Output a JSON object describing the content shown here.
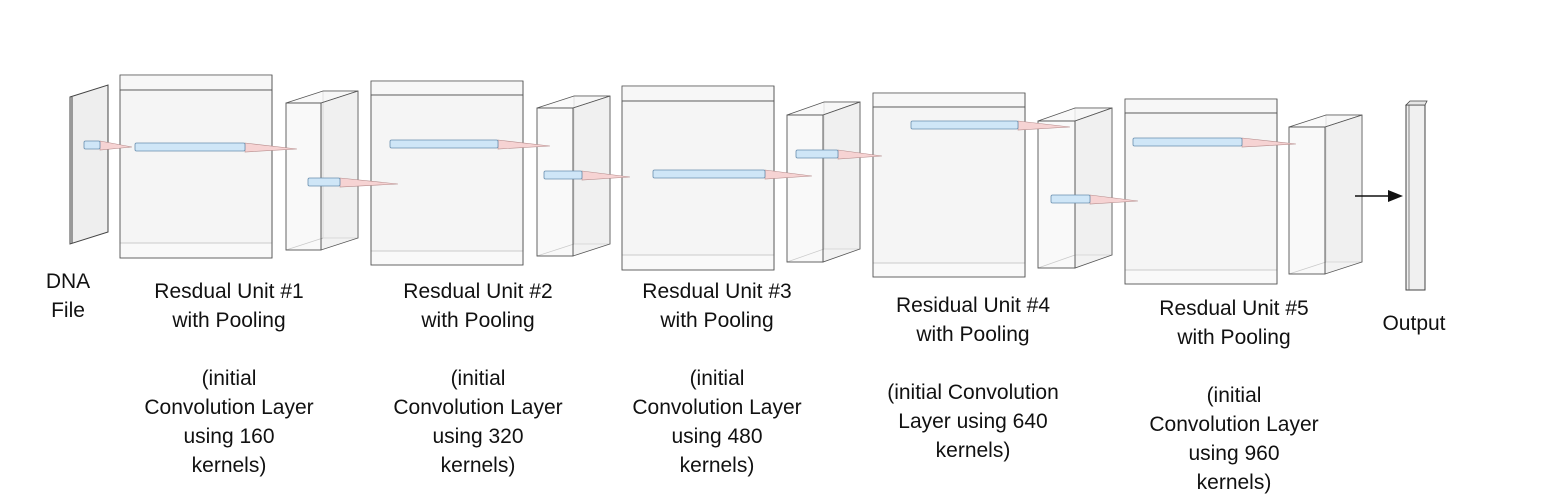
{
  "labels": {
    "input": "DNA\nFile",
    "unit1_title": "Resdual Unit #1\nwith Pooling",
    "unit1_detail": "(initial\nConvolution Layer\nusing 160\nkernels)",
    "unit2_title": "Resdual Unit #2\nwith Pooling",
    "unit2_detail": "(initial\nConvolution Layer\nusing 320\nkernels)",
    "unit3_title": "Resdual Unit #3\nwith Pooling",
    "unit3_detail": "(initial\nConvolution Layer\nusing 480\nkernels)",
    "unit4_title": "Residual Unit #4\nwith Pooling",
    "unit4_detail": "(initial Convolution\nLayer using 640\nkernels)",
    "unit5_title": "Resdual Unit #5\nwith Pooling",
    "unit5_detail": "(initial\nConvolution Layer\nusing 960\nkernels)",
    "output": "Output"
  },
  "colors": {
    "box_fill": "#f2f2f2",
    "box_edge": "#555555",
    "kernel_fill": "#cfe6f7",
    "kernel_edge": "#6a8fae",
    "cone_fill": "#f6d3d3",
    "cone_edge": "#b58b8b"
  }
}
